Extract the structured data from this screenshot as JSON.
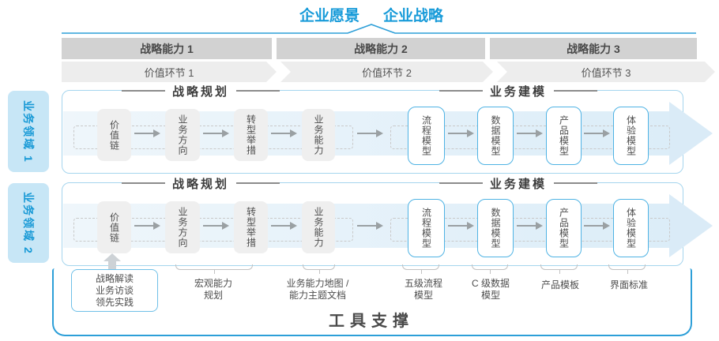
{
  "title": {
    "vision": "企业愿景",
    "strategy": "企业战略"
  },
  "capability_bars": [
    {
      "label": "战略能力 1"
    },
    {
      "label": "战略能力 2"
    },
    {
      "label": "战略能力 3"
    }
  ],
  "value_links": [
    {
      "label": "价值环节 1"
    },
    {
      "label": "价值环节 2"
    },
    {
      "label": "价值环节 3"
    }
  ],
  "domains": [
    {
      "label": "业务领域 1"
    },
    {
      "label": "业务领域 2"
    }
  ],
  "row_headers": {
    "planning": "战略规划",
    "modeling": "业务建模"
  },
  "nodes": {
    "gray": [
      "价值链",
      "业务方向",
      "转型举措",
      "业务能力"
    ],
    "blue": [
      "流程模型",
      "数据模型",
      "产品模型",
      "体验模型"
    ]
  },
  "bottom": {
    "practice_box": {
      "lines": [
        "战略解读",
        "业务访谈",
        "领先实践"
      ]
    },
    "labels": [
      {
        "lines": [
          "宏观能力",
          "规划"
        ]
      },
      {
        "lines": [
          "业务能力地图 /",
          "能力主题文档"
        ]
      },
      {
        "lines": [
          "五级流程",
          "模型"
        ]
      },
      {
        "lines": [
          "C 级数据",
          "模型"
        ]
      },
      {
        "lines": [
          "产品模板"
        ]
      },
      {
        "lines": [
          "界面标准"
        ]
      }
    ],
    "tools_title": "工具支撑"
  },
  "colors": {
    "accent_blue": "#189BD9",
    "frame_blue": "#2D9FD8",
    "light_blue_fill": "#C7E6F6",
    "band_blue": "#DCEDF8",
    "bar_gray": "#D2D2D2",
    "box_gray": "#EFEFEF",
    "text_dark": "#4A4A4A"
  }
}
